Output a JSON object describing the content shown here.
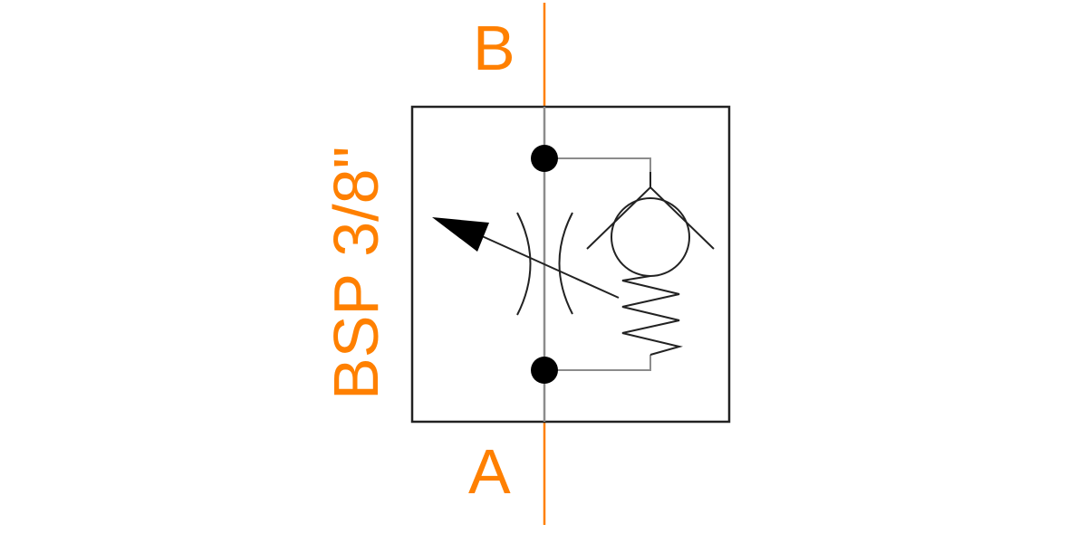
{
  "labels": {
    "port_b": "B",
    "port_a": "A",
    "port_size": "BSP 3/8\""
  },
  "colors": {
    "annotation": "#ff8000",
    "symbol": "#000000",
    "internal_line": "#8c8c8c"
  }
}
